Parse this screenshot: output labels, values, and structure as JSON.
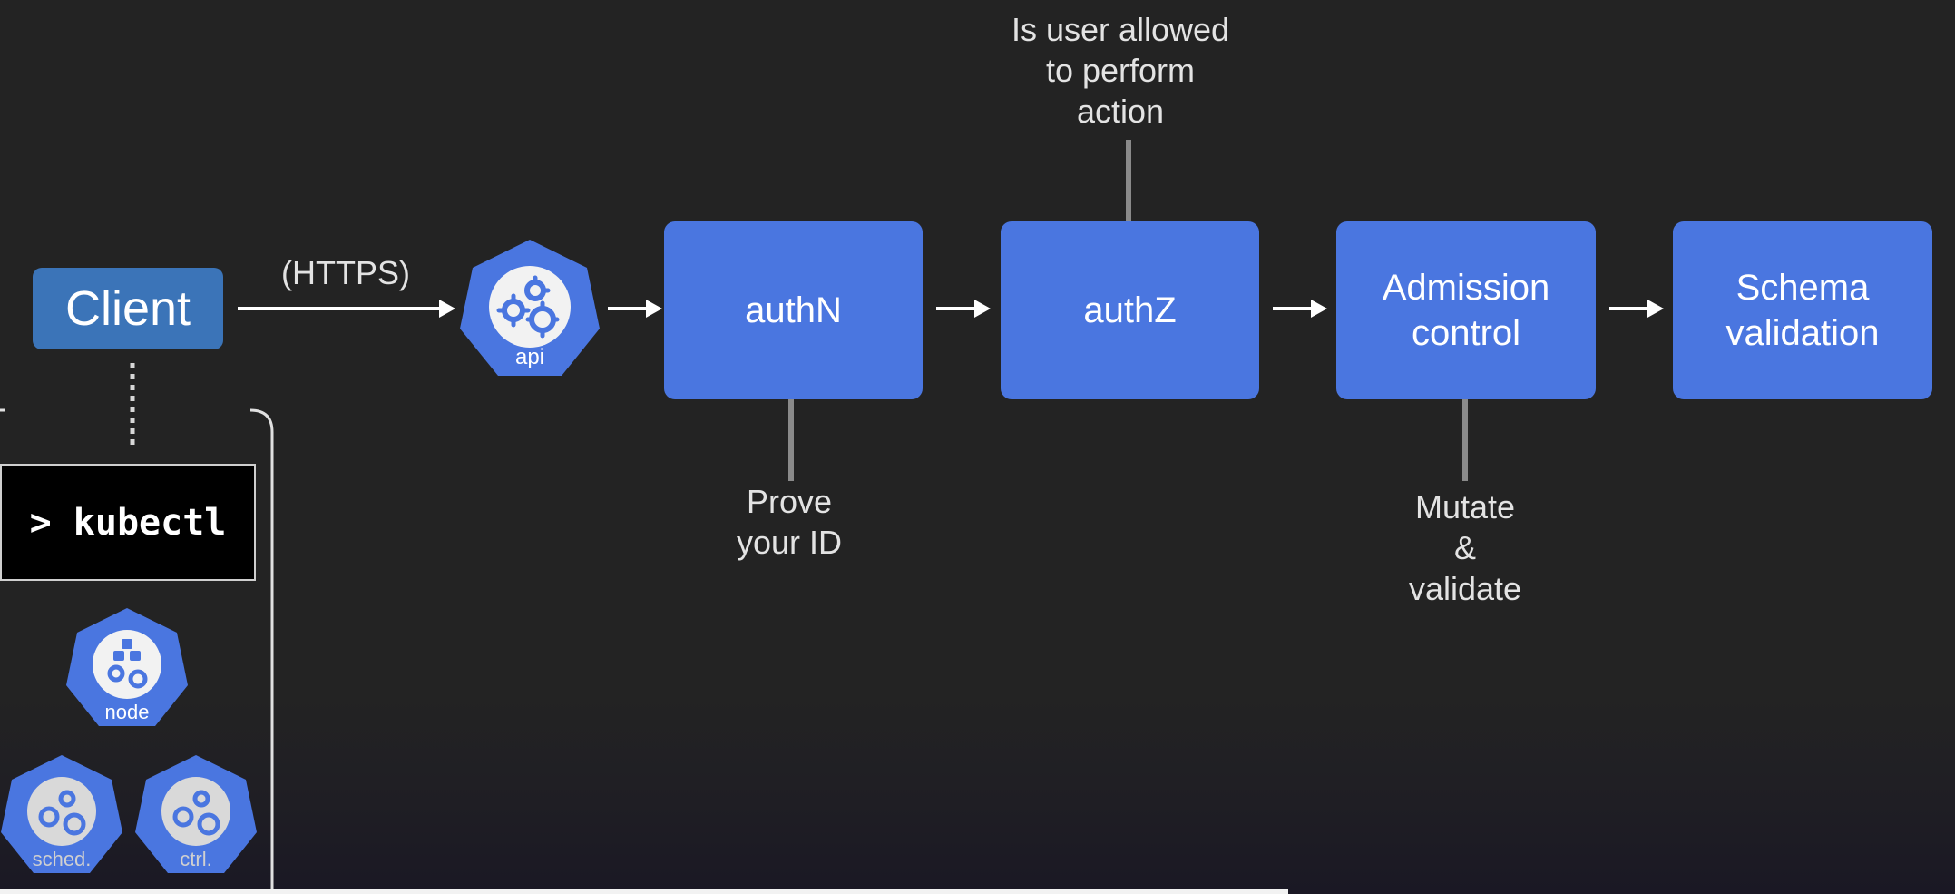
{
  "client": {
    "label": "Client"
  },
  "connection": {
    "label": "(HTTPS)"
  },
  "api_icon": {
    "icon": "kubernetes-api-icon",
    "label": "api"
  },
  "stages": [
    {
      "label": "authN"
    },
    {
      "label": "authZ"
    },
    {
      "label": "Admission control"
    },
    {
      "label": "Schema validation"
    }
  ],
  "annotations": {
    "authn": "Prove your ID",
    "authz": "Is user allowed to perform action",
    "admission": "Mutate & validate"
  },
  "cluster": {
    "kubectl": "> kubectl",
    "node": "node",
    "sched": "sched.",
    "ctrl": "ctrl."
  },
  "colors": {
    "background": "#232323",
    "stage_box": "#4a76e0",
    "client_box": "#3b74b8",
    "k8s_icon": "#4a76e0"
  }
}
